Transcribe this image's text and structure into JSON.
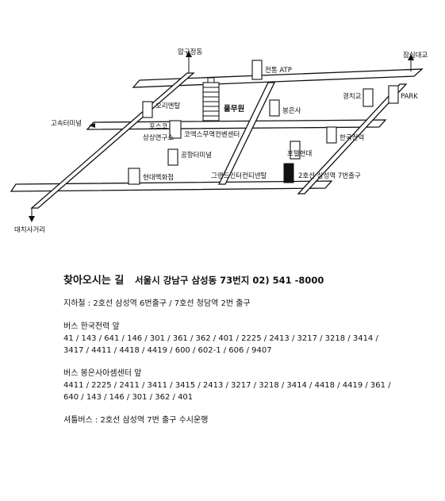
{
  "map": {
    "labels": {
      "apgujeong": "압구정동",
      "jamsil_bridge": "잠실대교",
      "gosok_terminal": "고속터미널",
      "daechi_sageori": "대치사거리",
      "jeontong_atp": "전통 ATP",
      "oriental": "오리엔탈",
      "pulmuone": "풀무원",
      "bongeunsa": "봉은사",
      "jeongjigyo": "경치교",
      "park": "PARK",
      "hanguk_jeollyeok": "한국전력",
      "posco": "포스코",
      "sangsang_center": "상상연구소",
      "coex": "코엑스무역컨벤센터",
      "gonghang_terminal": "공항터미널",
      "hyundai_dept": "현대백화점",
      "grand_intercontinental": "그랜드인터컨티넨탈",
      "hanseon": "호텔현대",
      "samseong_exit7": "2호선 삼성역 7번출구"
    }
  },
  "info": {
    "title": "찾아오시는 길",
    "address": "서울시 강남구 삼성동 73번지 02) 541 -8000",
    "subway": "지하철 : 2호선 삼성역 6번출구 / 7호선 청담역 2번 출구",
    "bus1_title": "버스 한국전력 앞",
    "bus1_line1": "41 / 143 / 641 / 146 / 301 / 361 / 362 / 401 / 2225 / 2413 / 3217 / 3218 / 3414 /",
    "bus1_line2": "3417 / 4411 / 4418 / 4419 / 600 / 602-1 / 606 / 9407",
    "bus2_title": "버스 봉은사아셈센터 앞",
    "bus2_line1": "4411 / 2225 / 2411 / 3411 / 3415 / 2413 / 3217 / 3218 / 3414 / 4418 / 4419 / 361 /",
    "bus2_line2": "640 / 143 / 146 / 301 / 362 / 401",
    "shuttle": "셔틀버스 : 2호선 삼성역 7번 출구 수시운행"
  }
}
